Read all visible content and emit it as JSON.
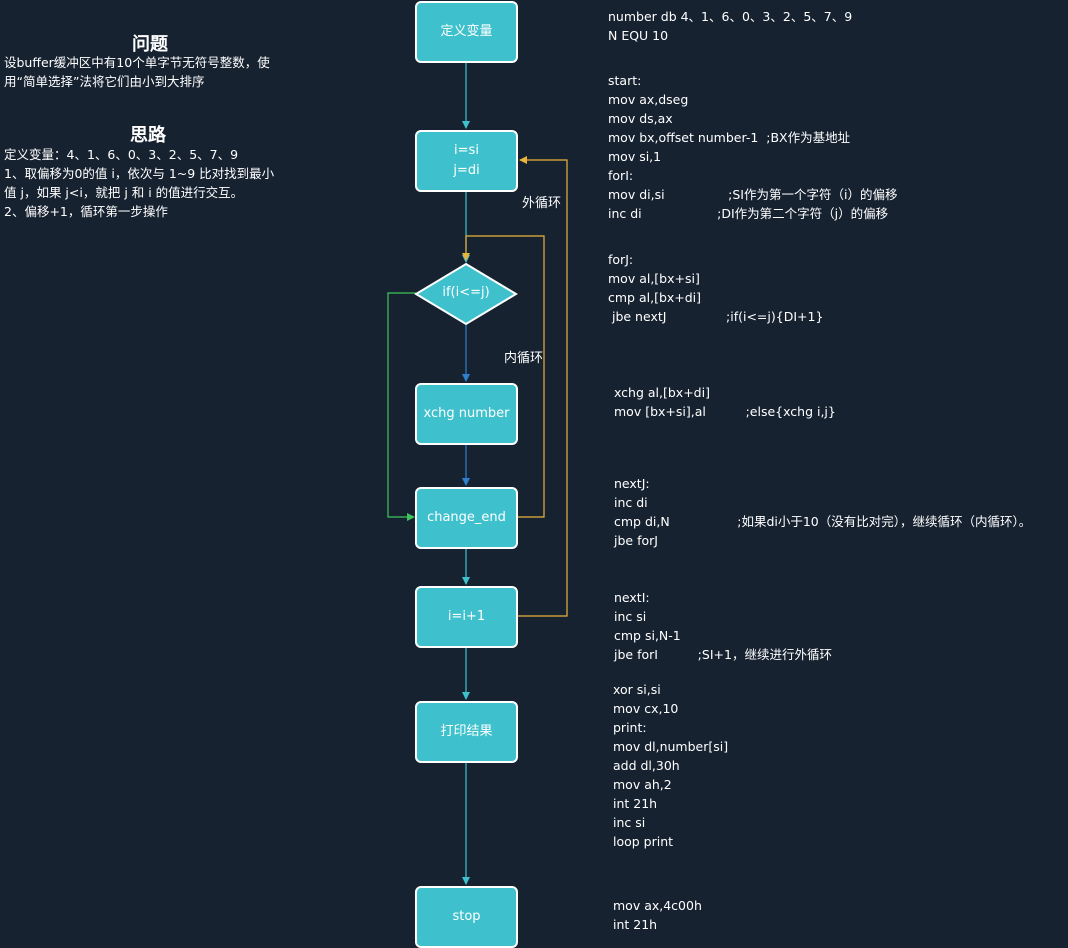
{
  "problem": {
    "title": "问题",
    "text": "设buffer缓冲区中有10个单字节无符号整数，使\n用“简单选择”法将它们由小到大排序"
  },
  "idea": {
    "title": "思路",
    "text": "定义变量：4、1、6、0、3、2、5、7、9\n1、取偏移为0的值 i，依次与 1~9 比对找到最小\n值 j，如果 j<i，就把 j 和 i 的值进行交互。\n2、偏移+1，循环第一步操作"
  },
  "flow": {
    "define": "定义变量",
    "init": "i=si\nj=di",
    "cond": "if(i<=j)",
    "xchg": "xchg number",
    "change_end": "change_end",
    "incr": "i=i+1",
    "print": "打印结果",
    "stop": "stop",
    "outer_loop_label": "外循环",
    "inner_loop_label": "内循环"
  },
  "colors": {
    "background": "#172231",
    "node_fill": "#3ec1cc",
    "arrow_main": "#3ec1cc",
    "arrow_yes": "#2f7fcf",
    "arrow_no": "#3ec45a",
    "loop_line": "#e8b43a"
  },
  "code": {
    "block1": "number db 4、1、6、0、3、2、5、7、9\nN EQU 10",
    "block2": "start:\nmov ax,dseg\nmov ds,ax\nmov bx,offset number-1  ;BX作为基地址\nmov si,1\nforI:\nmov di,si                ;SI作为第一个字符（i）的偏移\ninc di                   ;DI作为第二个字符（j）的偏移",
    "block3": "forJ:\nmov al,[bx+si]\ncmp al,[bx+di]\n jbe nextJ               ;if(i<=j){DI+1}",
    "block4": "xchg al,[bx+di]\nmov [bx+si],al          ;else{xchg i,j}",
    "block5": "nextJ:\ninc di\ncmp di,N                 ;如果di小于10（没有比对完），继续循环（内循环）。\njbe forJ",
    "block6": "nextI:\ninc si\ncmp si,N-1\njbe forI          ;SI+1，继续进行外循环",
    "block7": "xor si,si\nmov cx,10\nprint:\nmov dl,number[si]\nadd dl,30h\nmov ah,2\nint 21h\ninc si\nloop print",
    "block8": "mov ax,4c00h\nint 21h"
  }
}
